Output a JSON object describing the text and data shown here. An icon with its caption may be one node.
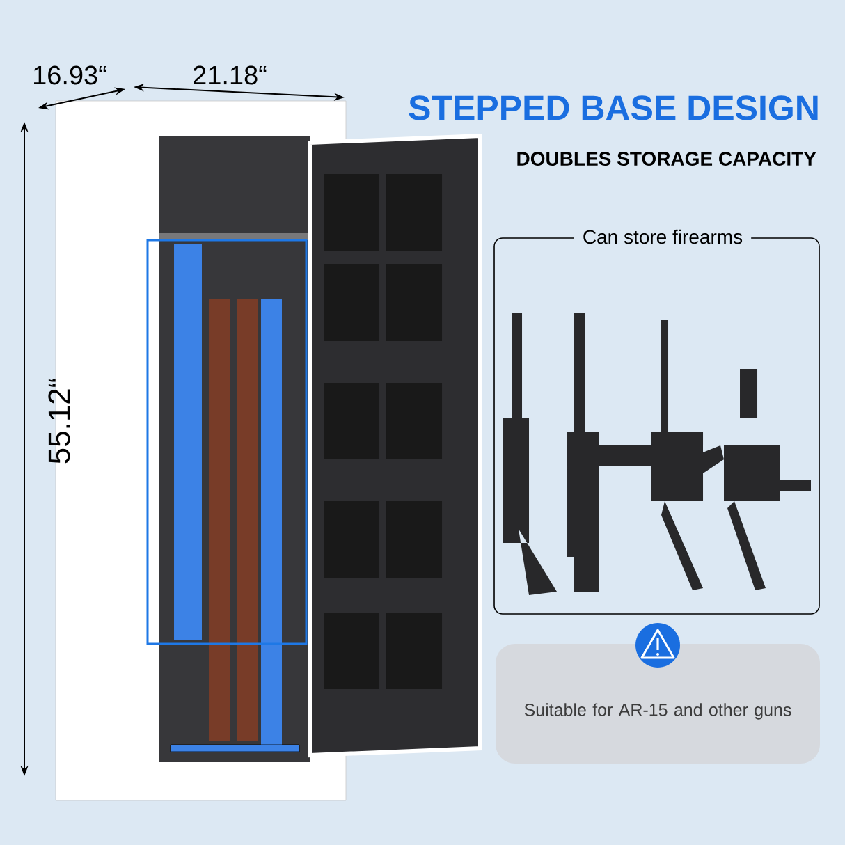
{
  "diagram": {
    "title": "STEPPED BASE DESIGN",
    "nodes": [
      {
        "text": [
          "Can store firearms"
        ]
      },
      {
        "text": [
          "Suitable for AR-15 and other guns"
        ]
      }
    ],
    "labels": [
      "16.93“",
      "21.18“",
      "55.12“",
      "DOUBLES STORAGE CAPACITY"
    ]
  }
}
